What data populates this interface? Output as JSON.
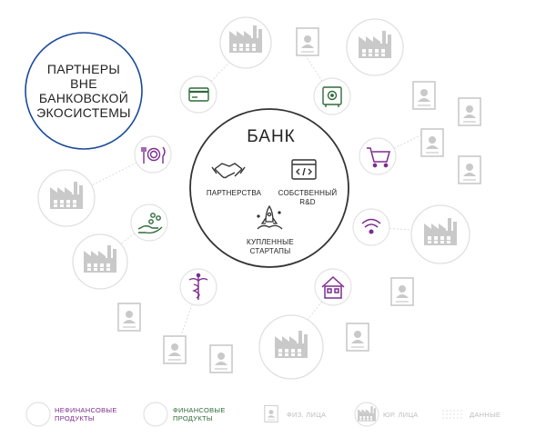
{
  "header": {
    "line1": "ПАРТНЕРЫ",
    "line2": "ВНЕ",
    "line3": "БАНКОВСКОЙ",
    "line4": "ЭКОСИСТЕМЫ"
  },
  "bank": {
    "title": "БАНК",
    "partnerships": "ПАРТНЕРСТВА",
    "own_rd_1": "СОБСТВЕННЫЙ",
    "own_rd_2": "R&D",
    "startups_1": "КУПЛЕННЫЕ",
    "startups_2": "СТАРТАПЫ"
  },
  "legend": {
    "nonfin_1": "НЕФИНАНСОВЫЕ",
    "nonfin_2": "ПРОДУКТЫ",
    "fin_1": "ФИНАНСОВЫЕ",
    "fin_2": "ПРОДУКТЫ",
    "phys": "ФИЗ. ЛИЦА",
    "legal": "ЮР. ЛИЦА",
    "data": "ДАННЫЕ"
  },
  "colors": {
    "header_ring": "#1a4a9a",
    "nonfinancial": "#7b2d8e",
    "financial": "#2e6b3a",
    "neutral": "#c9c9c9",
    "dark": "#333333"
  }
}
